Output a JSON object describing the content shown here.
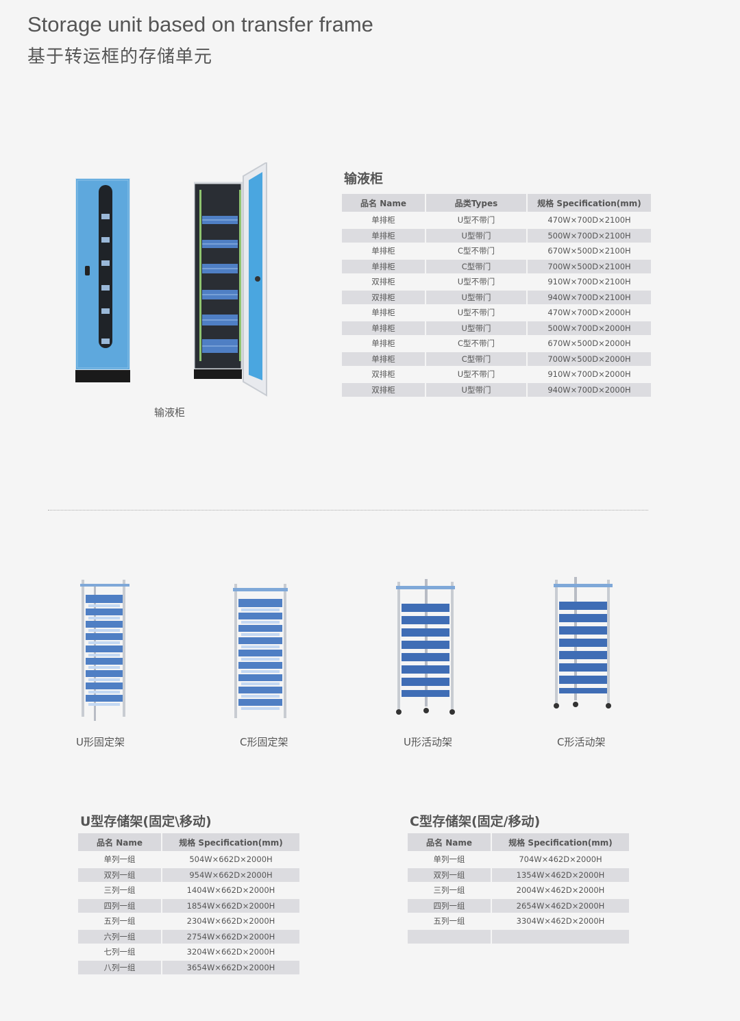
{
  "header": {
    "title_en": "Storage unit based on transfer frame",
    "title_cn": "基于转运框的存储单元"
  },
  "cabinet": {
    "caption": "输液柜",
    "table_title": "输液柜",
    "columns": [
      "品名 Name",
      "品类Types",
      "规格  Specification(mm)"
    ],
    "rows": [
      [
        "单排柜",
        "U型不带门",
        "470W×700D×2100H"
      ],
      [
        "单排柜",
        "U型带门",
        "500W×700D×2100H"
      ],
      [
        "单排柜",
        "C型不带门",
        "670W×500D×2100H"
      ],
      [
        "单排柜",
        "C型带门",
        "700W×500D×2100H"
      ],
      [
        "双排柜",
        "U型不带门",
        "910W×700D×2100H"
      ],
      [
        "双排柜",
        "U型带门",
        "940W×700D×2100H"
      ],
      [
        "单排柜",
        "U型不带门",
        "470W×700D×2000H"
      ],
      [
        "单排柜",
        "U型带门",
        "500W×700D×2000H"
      ],
      [
        "单排柜",
        "C型不带门",
        "670W×500D×2000H"
      ],
      [
        "单排柜",
        "C型带门",
        "700W×500D×2000H"
      ],
      [
        "双排柜",
        "U型不带门",
        "910W×700D×2000H"
      ],
      [
        "双排柜",
        "U型带门",
        "940W×700D×2000H"
      ]
    ]
  },
  "racks": [
    {
      "caption": "U形固定架"
    },
    {
      "caption": "C形固定架"
    },
    {
      "caption": "U形活动架"
    },
    {
      "caption": "C形活动架"
    }
  ],
  "u_table": {
    "title": "U型存储架(固定\\移动)",
    "columns": [
      "品名 Name",
      "规格  Specification(mm)"
    ],
    "rows": [
      [
        "单列一组",
        "504W×662D×2000H"
      ],
      [
        "双列一组",
        "954W×662D×2000H"
      ],
      [
        "三列一组",
        "1404W×662D×2000H"
      ],
      [
        "四列一组",
        "1854W×662D×2000H"
      ],
      [
        "五列一组",
        "2304W×662D×2000H"
      ],
      [
        "六列一组",
        "2754W×662D×2000H"
      ],
      [
        "七列一组",
        "3204W×662D×2000H"
      ],
      [
        "八列一组",
        "3654W×662D×2000H"
      ]
    ]
  },
  "c_table": {
    "title": "C型存储架(固定/移动)",
    "columns": [
      "品名 Name",
      "规格  Specification(mm)"
    ],
    "rows": [
      [
        "单列一组",
        "704W×462D×2000H"
      ],
      [
        "双列一组",
        "1354W×462D×2000H"
      ],
      [
        "三列一组",
        "2004W×462D×2000H"
      ],
      [
        "四列一组",
        "2654W×462D×2000H"
      ],
      [
        "五列一组",
        "3304W×462D×2000H"
      ],
      [
        "",
        ""
      ]
    ]
  },
  "colors": {
    "cabinet_blue": "#5ea8dd",
    "basket_blue": "#4f7fc4",
    "frame_gray": "#c8ccd2",
    "row_shade": "#dcdce0"
  }
}
